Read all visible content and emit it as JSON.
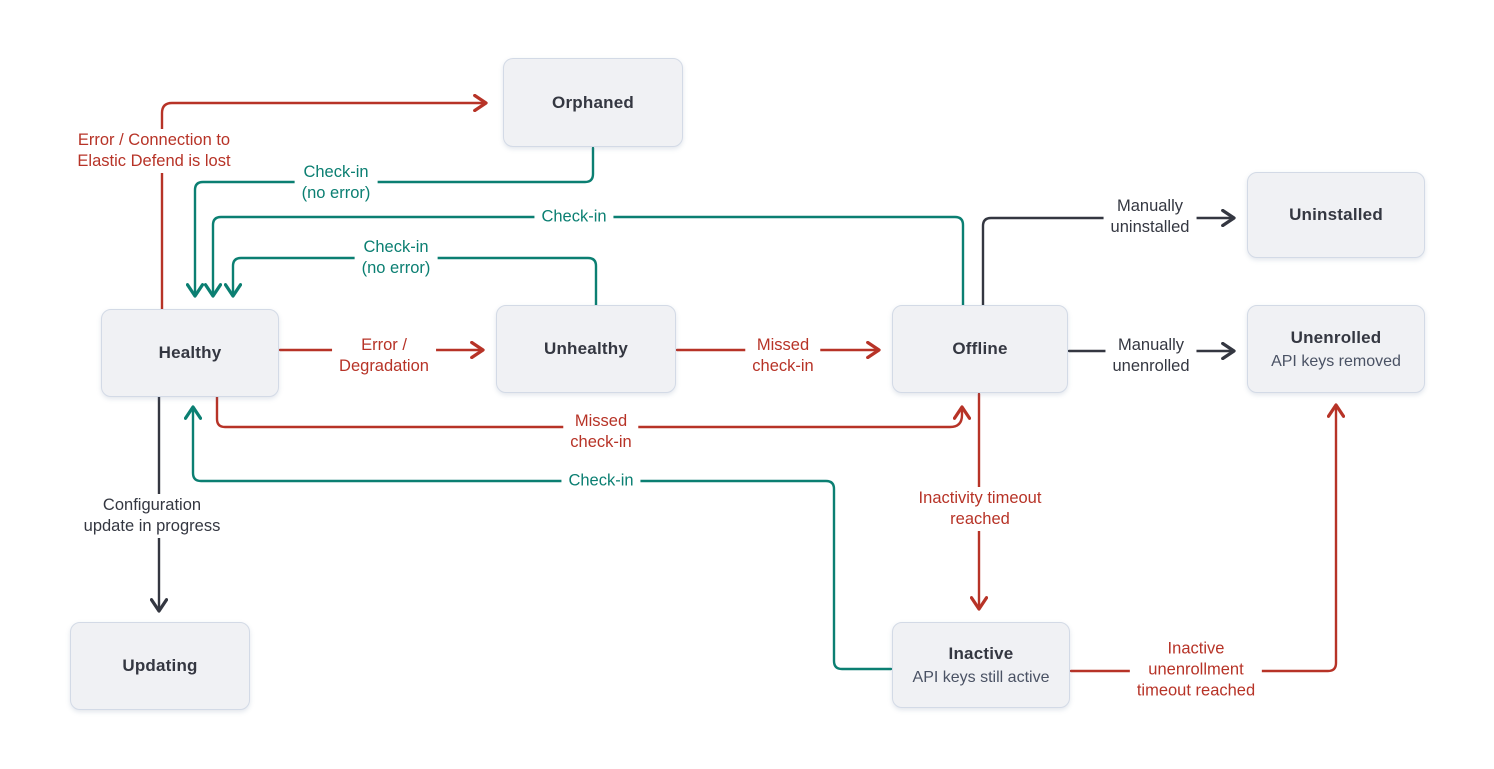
{
  "colors": {
    "error_red": "#b73327",
    "success_teal": "#0b7f72",
    "neutral_dark": "#343741",
    "node_fill": "#f0f1f4",
    "node_border": "#d3dae6"
  },
  "nodes": {
    "orphaned": {
      "title": "Orphaned"
    },
    "uninstalled": {
      "title": "Uninstalled"
    },
    "healthy": {
      "title": "Healthy"
    },
    "unhealthy": {
      "title": "Unhealthy"
    },
    "offline": {
      "title": "Offline"
    },
    "unenrolled": {
      "title": "Unenrolled",
      "subtitle": "API keys removed"
    },
    "updating": {
      "title": "Updating"
    },
    "inactive": {
      "title": "Inactive",
      "subtitle": "API keys still active"
    }
  },
  "edge_labels": {
    "healthy_to_orphaned": {
      "line1": "Error / Connection to",
      "line2": "Elastic Defend is lost"
    },
    "orphaned_to_healthy": {
      "line1": "Check-in",
      "line2": "(no error)"
    },
    "offline_to_healthy": {
      "line1": "Check-in"
    },
    "unhealthy_to_healthy": {
      "line1": "Check-in",
      "line2": "(no error)"
    },
    "healthy_to_unhealthy": {
      "line1": "Error /",
      "line2": "Degradation"
    },
    "unhealthy_to_offline": {
      "line1": "Missed",
      "line2": "check-in"
    },
    "offline_to_uninstalled": {
      "line1": "Manually",
      "line2": "uninstalled"
    },
    "offline_to_unenrolled": {
      "line1": "Manually",
      "line2": "unenrolled"
    },
    "healthy_to_offline": {
      "line1": "Missed",
      "line2": "check-in"
    },
    "inactive_to_healthy": {
      "line1": "Check-in"
    },
    "offline_to_inactive": {
      "line1": "Inactivity timeout",
      "line2": "reached"
    },
    "healthy_to_updating": {
      "line1": "Configuration",
      "line2": "update in progress"
    },
    "inactive_to_unenrolled": {
      "line1": "Inactive",
      "line2": "unenrollment",
      "line3": "timeout reached"
    }
  }
}
